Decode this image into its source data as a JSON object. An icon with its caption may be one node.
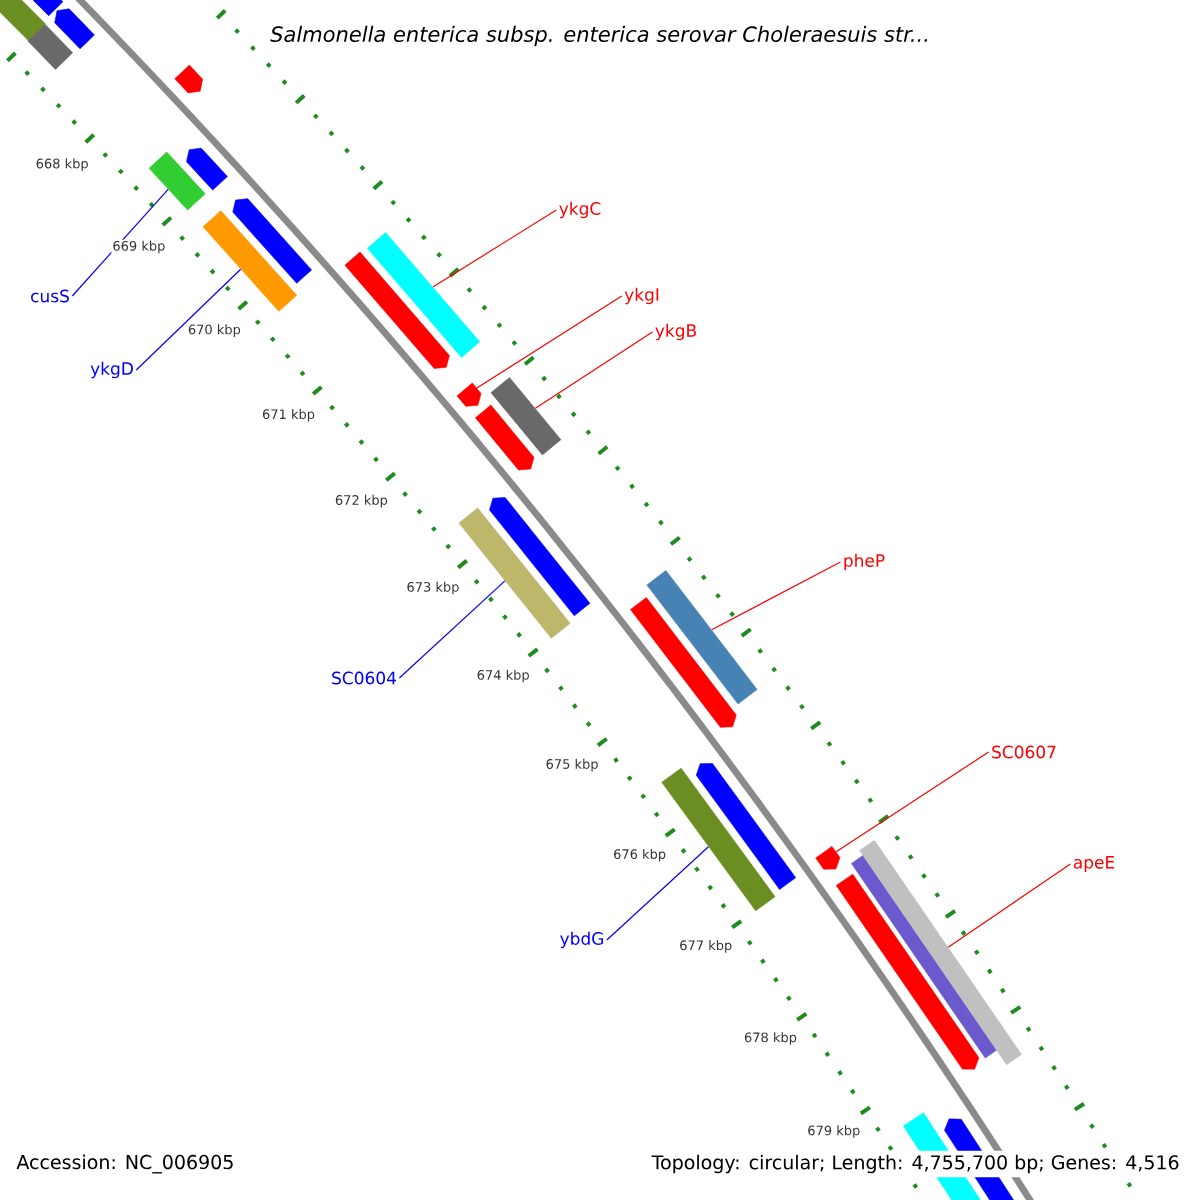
{
  "diagram": {
    "title": "Salmonella enterica subsp. enterica serovar Choleraesuis str...",
    "nodes": [
      {
        "text": [
          "cusS"
        ]
      },
      {
        "text": [],
        "shape": "bar"
      },
      {
        "text": [
          "ykgD"
        ]
      },
      {
        "text": [],
        "shape": "bar"
      },
      {
        "text": [
          "ykgC"
        ]
      },
      {
        "text": [],
        "shape": "bar"
      },
      {
        "text": [
          "ykgI"
        ]
      },
      {
        "text": [],
        "shape": "arrow"
      },
      {
        "text": [
          "ykgB"
        ]
      },
      {
        "text": [],
        "shape": "bar"
      },
      {
        "text": [
          "SC0604"
        ]
      },
      {
        "text": [],
        "shape": "bar"
      },
      {
        "text": [
          "pheP"
        ]
      },
      {
        "text": [],
        "shape": "bar"
      },
      {
        "text": [
          "SC0607"
        ]
      },
      {
        "text": [],
        "shape": "arrow"
      },
      {
        "text": [
          "ybdG"
        ]
      },
      {
        "text": [],
        "shape": "bar"
      },
      {
        "text": [
          "apeE"
        ]
      },
      {
        "text": [],
        "shape": "bar"
      }
    ],
    "edges": [
      {
        "from": 0,
        "to": 1,
        "arrow": "none",
        "color": "#0000ff"
      },
      {
        "from": 2,
        "to": 3,
        "arrow": "none",
        "color": "#0000ff"
      },
      {
        "from": 4,
        "to": 5,
        "arrow": "none"
      },
      {
        "from": 6,
        "to": 7,
        "arrow": "none"
      },
      {
        "from": 8,
        "to": 9,
        "arrow": "none"
      },
      {
        "from": 10,
        "to": 11,
        "arrow": "none",
        "color": "#0000ff"
      },
      {
        "from": 12,
        "to": 13,
        "arrow": "none"
      },
      {
        "from": 14,
        "to": 15,
        "arrow": "none"
      },
      {
        "from": 16,
        "to": 17,
        "arrow": "none",
        "color": "#0000ff"
      },
      {
        "from": 18,
        "to": 19,
        "arrow": "none"
      }
    ],
    "labels": [
      "668 kbp",
      "669 kbp",
      "670 kbp",
      "671 kbp",
      "672 kbp",
      "673 kbp",
      "674 kbp",
      "675 kbp",
      "676 kbp",
      "677 kbp",
      "678 kbp",
      "679 kbp",
      "Accession: NC_006905",
      "Topology: circular; Length: 4,755,700 bp; Genes: 4,516"
    ]
  }
}
